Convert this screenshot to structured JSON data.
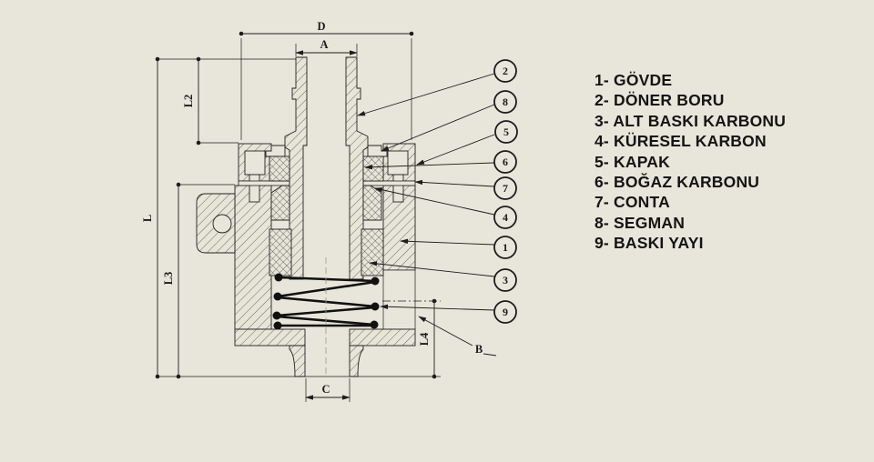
{
  "colors": {
    "background": "#e8e5da",
    "line": "#222222",
    "text": "#141414"
  },
  "drawing": {
    "dimension_labels": {
      "d": "D",
      "a": "A",
      "l2": "L2",
      "l": "L",
      "l3": "L3",
      "l4": "L4",
      "c": "C",
      "b": "B"
    },
    "callouts": [
      {
        "number": "2"
      },
      {
        "number": "8"
      },
      {
        "number": "5"
      },
      {
        "number": "6"
      },
      {
        "number": "7"
      },
      {
        "number": "4"
      },
      {
        "number": "1"
      },
      {
        "number": "3"
      },
      {
        "number": "9"
      }
    ]
  },
  "parts_list": {
    "items": [
      {
        "text": "1- GÖVDE"
      },
      {
        "text": "2- DÖNER BORU"
      },
      {
        "text": "3- ALT BASKI KARBONU"
      },
      {
        "text": "4- KÜRESEL KARBON"
      },
      {
        "text": "5- KAPAK"
      },
      {
        "text": "6- BOĞAZ KARBONU"
      },
      {
        "text": "7- CONTA"
      },
      {
        "text": "8- SEGMAN"
      },
      {
        "text": "9- BASKI YAYI"
      }
    ]
  }
}
